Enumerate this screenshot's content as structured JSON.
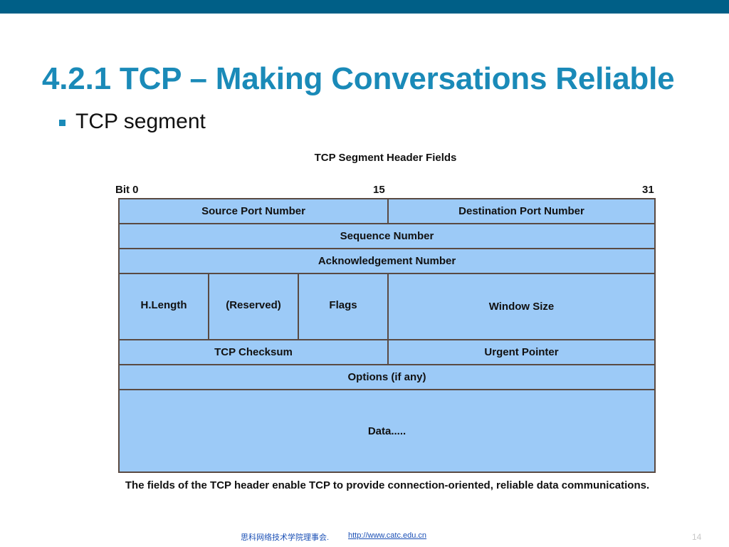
{
  "slide": {
    "title": "4.2.1 TCP – Making Conversations Reliable",
    "bullet": "TCP segment",
    "colors": {
      "top_bar": "#005f87",
      "title": "#1a8ab8",
      "field_fill": "#9ccaf7",
      "border": "#5a4a42"
    }
  },
  "diagram": {
    "title": "TCP Segment Header Fields",
    "bit_labels": [
      "Bit 0",
      "15",
      "31"
    ],
    "fields": {
      "source_port": "Source Port Number",
      "destination_port": "Destination Port Number",
      "sequence_number": "Sequence Number",
      "acknowledgement_number": "Acknowledgement Number",
      "header_length": "H.Length",
      "reserved": "(Reserved)",
      "flags": "Flags",
      "window_size": "Window Size",
      "checksum": "TCP Checksum",
      "urgent_pointer": "Urgent Pointer",
      "options": "Options (if any)",
      "data": "Data....."
    },
    "caption": "The fields of the TCP header enable TCP to provide connection-oriented, reliable data communications."
  },
  "footer": {
    "org": "思科网络技术学院理事会.",
    "url": "http://www.catc.edu.cn",
    "page_number": "14"
  }
}
